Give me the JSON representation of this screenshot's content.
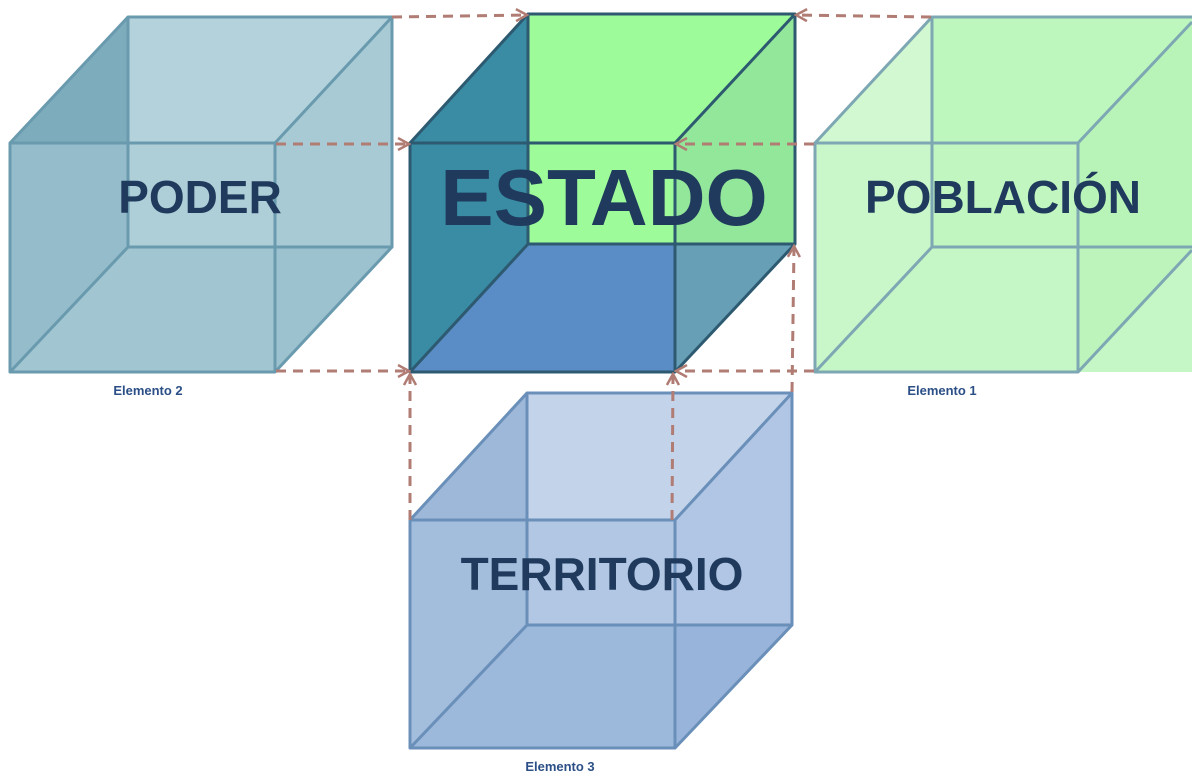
{
  "diagram": {
    "center": {
      "label": "ESTADO"
    },
    "cubes": [
      {
        "id": "poder",
        "label": "PODER",
        "caption": "Elemento 2"
      },
      {
        "id": "poblacion",
        "label": "POBLACIÓN",
        "caption": "Elemento 1"
      },
      {
        "id": "territorio",
        "label": "TERRITORIO",
        "caption": "Elemento 3"
      }
    ],
    "colors": {
      "arrow": "#b07c74",
      "text": "#1f3a5c",
      "caption": "#2b4f86"
    }
  }
}
